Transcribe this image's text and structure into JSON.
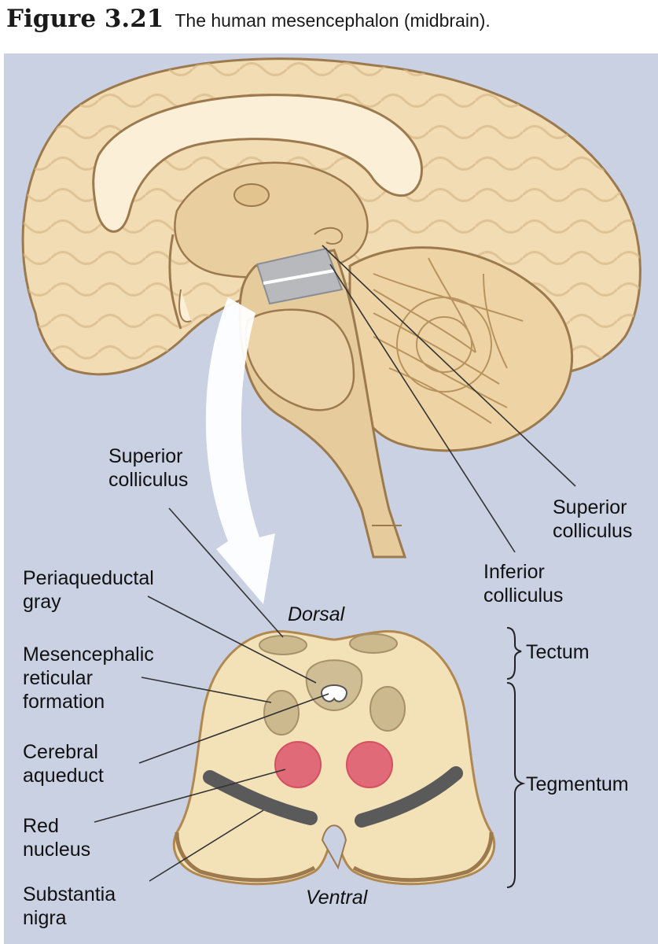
{
  "figure": {
    "number": "Figure 3.21",
    "caption": "The human mesencephalon (midbrain)."
  },
  "labels": {
    "superior_colliculus_left": [
      "Superior",
      "colliculus"
    ],
    "superior_colliculus_right": [
      "Superior",
      "colliculus"
    ],
    "inferior_colliculus": [
      "Inferior",
      "colliculus"
    ],
    "periaqueductal_gray": [
      "Periaqueductal",
      "gray"
    ],
    "mesencephalic_reticular_formation": [
      "Mesencephalic",
      "reticular",
      "formation"
    ],
    "cerebral_aqueduct": [
      "Cerebral",
      "aqueduct"
    ],
    "red_nucleus": [
      "Red",
      "nucleus"
    ],
    "substantia_nigra": [
      "Substantia",
      "nigra"
    ],
    "dorsal": "Dorsal",
    "ventral": "Ventral",
    "tectum": "Tectum",
    "tegmentum": "Tegmentum"
  },
  "colors": {
    "background": "#c9d1e3",
    "brain_tissue": "#f2dcb3",
    "brain_outline": "#9c7a4e",
    "red_nucleus": "#e06a78",
    "substantia_nigra": "#5a5a5a",
    "midbrain_highlight": "#b7b9bd"
  }
}
